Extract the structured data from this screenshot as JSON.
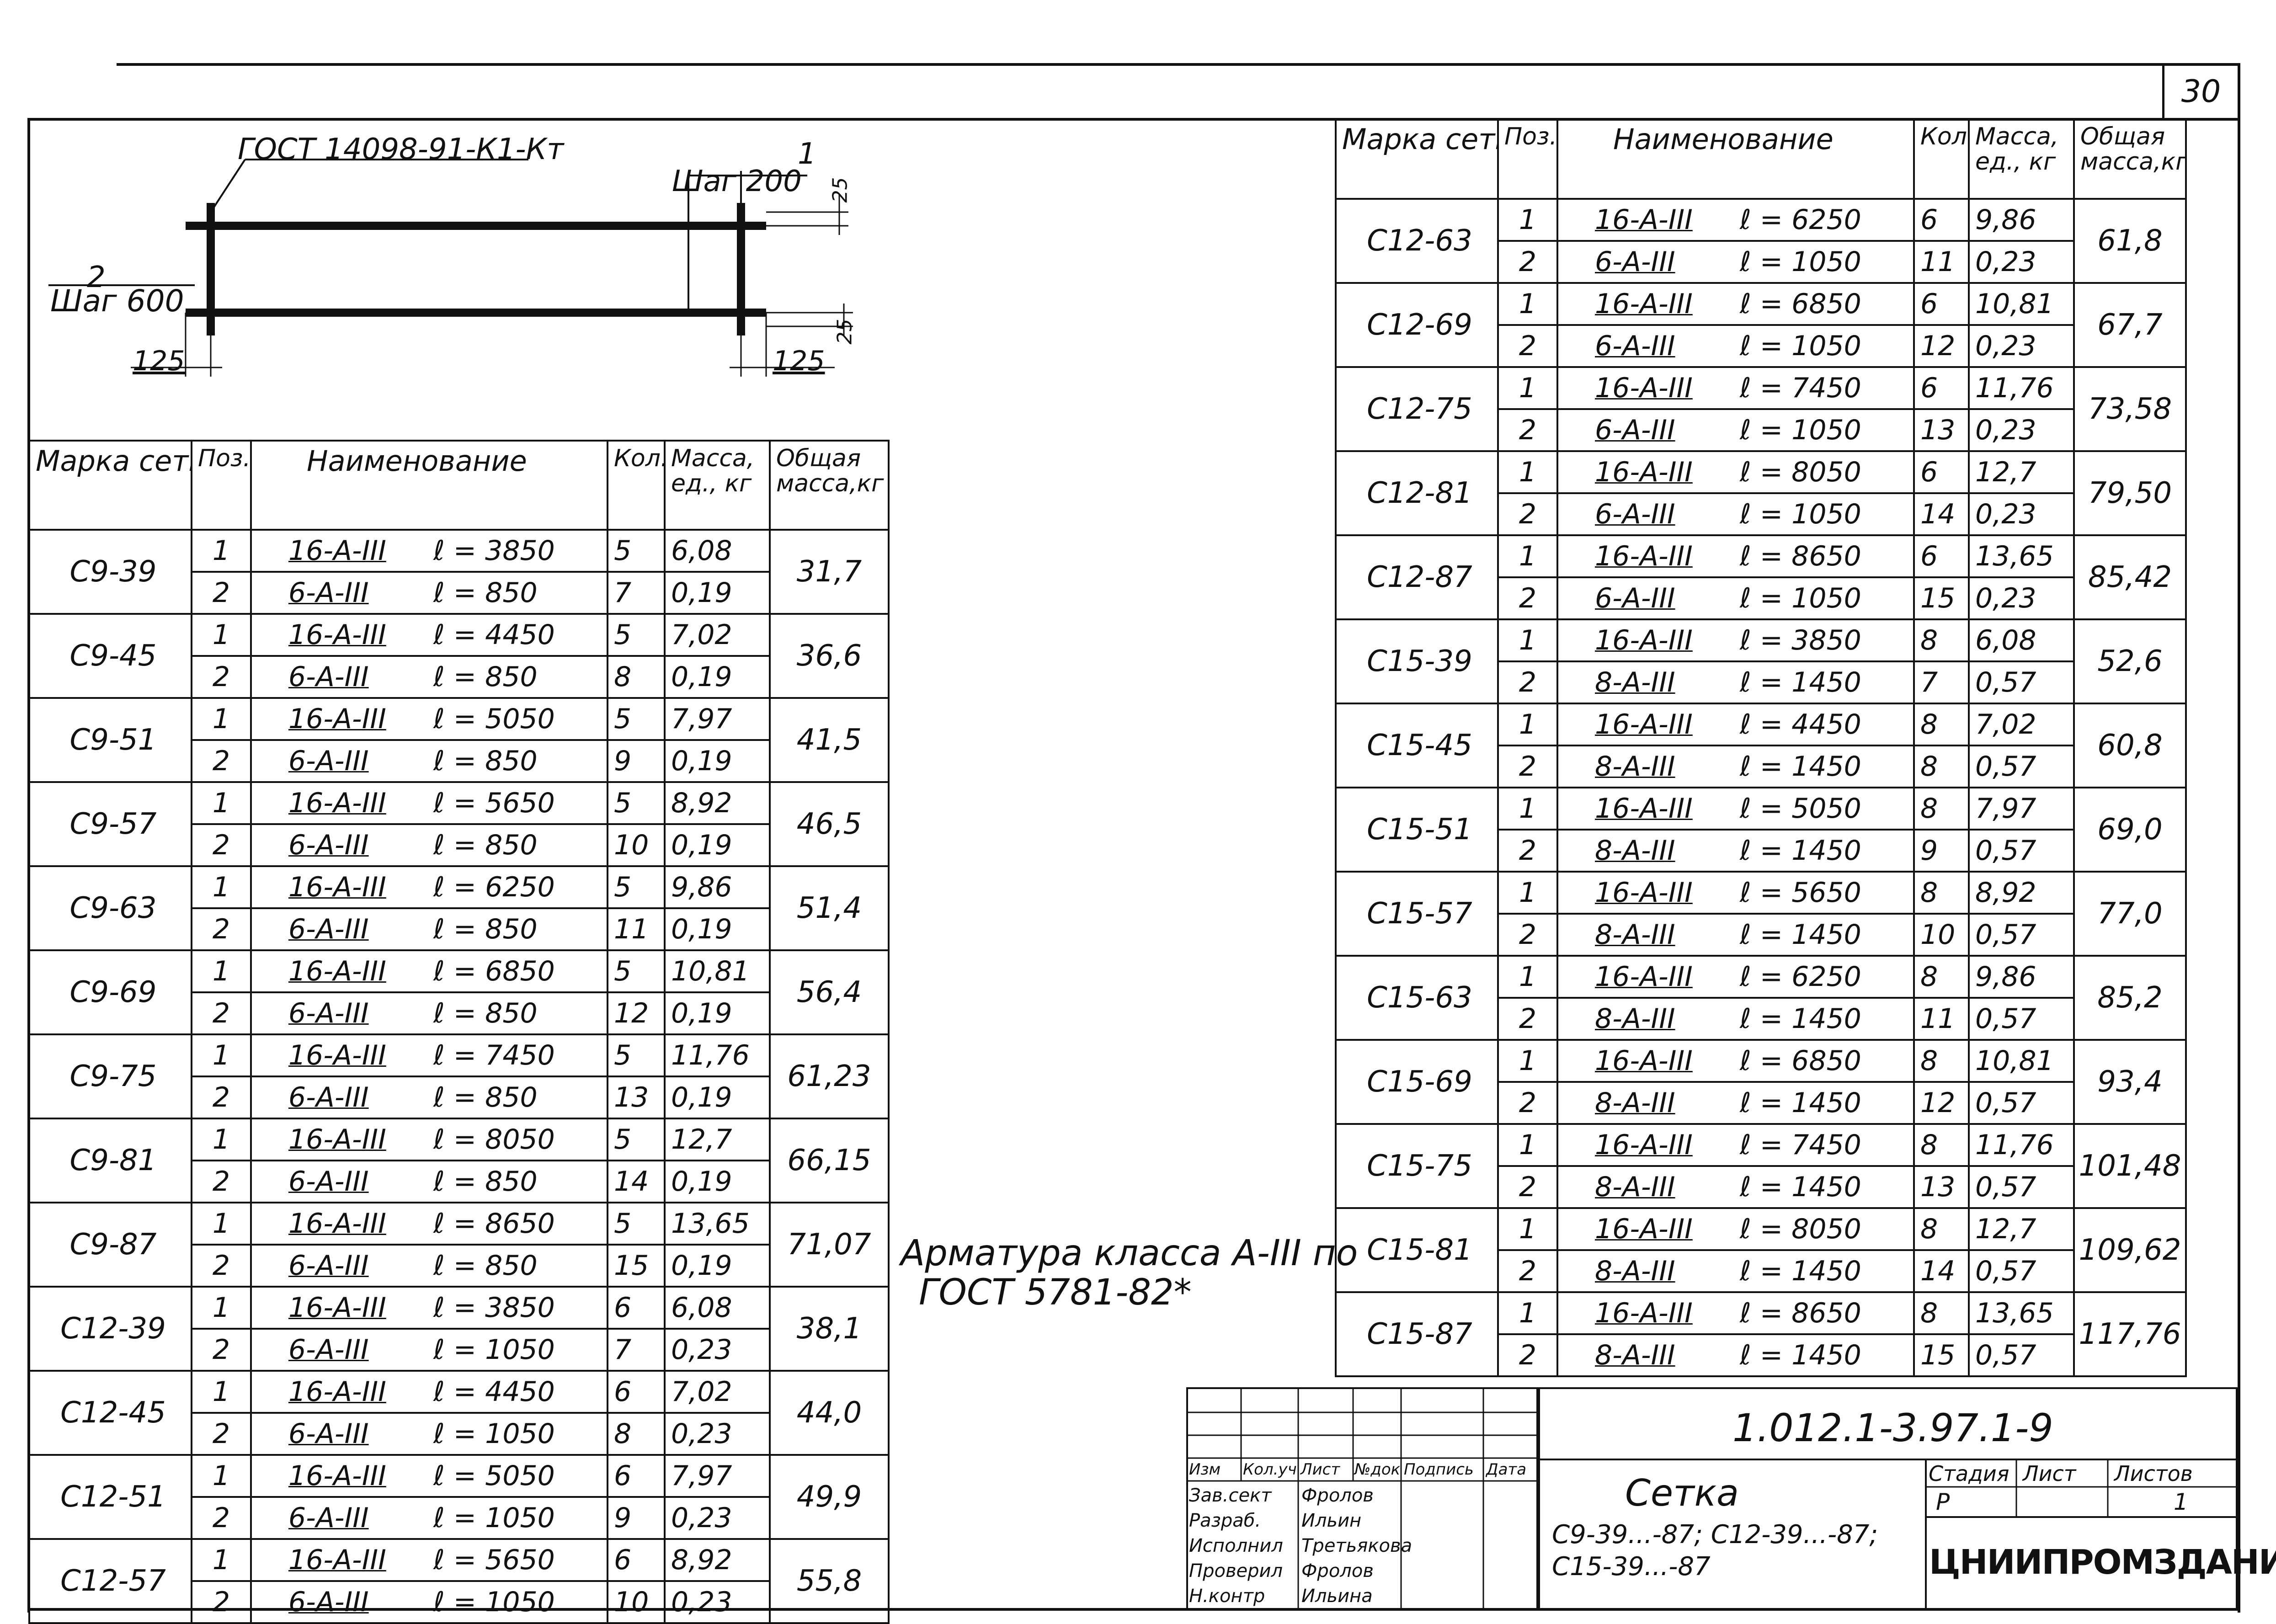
{
  "sheet_number": "30",
  "drawing": {
    "gost_weld": "ГОСТ 14098-91-К1-Кт",
    "pos1_label": "1",
    "pos2_label": "2",
    "step1": "Шаг 200",
    "step2": "Шаг 600",
    "dim_125_left": "125",
    "dim_125_right": "125",
    "dim_25_top": "25",
    "dim_25_bottom": "25"
  },
  "headers": {
    "mark": "Марка сетки",
    "pos": "Поз.",
    "name": "Наименование",
    "qty": "Кол.",
    "mass_unit": "Масса, ед., кг",
    "mass_total": "Общая масса,кг"
  },
  "left_table": [
    {
      "mark": "С9-39",
      "total": "31,7",
      "rows": [
        {
          "pos": "1",
          "bar": "16-А-III",
          "len": "ℓ = 3850",
          "qty": "5",
          "mass": "6,08"
        },
        {
          "pos": "2",
          "bar": "6-А-III",
          "len": "ℓ = 850",
          "qty": "7",
          "mass": "0,19"
        }
      ]
    },
    {
      "mark": "С9-45",
      "total": "36,6",
      "rows": [
        {
          "pos": "1",
          "bar": "16-А-III",
          "len": "ℓ = 4450",
          "qty": "5",
          "mass": "7,02"
        },
        {
          "pos": "2",
          "bar": "6-А-III",
          "len": "ℓ = 850",
          "qty": "8",
          "mass": "0,19"
        }
      ]
    },
    {
      "mark": "С9-51",
      "total": "41,5",
      "rows": [
        {
          "pos": "1",
          "bar": "16-А-III",
          "len": "ℓ = 5050",
          "qty": "5",
          "mass": "7,97"
        },
        {
          "pos": "2",
          "bar": "6-А-III",
          "len": "ℓ = 850",
          "qty": "9",
          "mass": "0,19"
        }
      ]
    },
    {
      "mark": "С9-57",
      "total": "46,5",
      "rows": [
        {
          "pos": "1",
          "bar": "16-А-III",
          "len": "ℓ = 5650",
          "qty": "5",
          "mass": "8,92"
        },
        {
          "pos": "2",
          "bar": "6-А-III",
          "len": "ℓ = 850",
          "qty": "10",
          "mass": "0,19"
        }
      ]
    },
    {
      "mark": "С9-63",
      "total": "51,4",
      "rows": [
        {
          "pos": "1",
          "bar": "16-А-III",
          "len": "ℓ = 6250",
          "qty": "5",
          "mass": "9,86"
        },
        {
          "pos": "2",
          "bar": "6-А-III",
          "len": "ℓ = 850",
          "qty": "11",
          "mass": "0,19"
        }
      ]
    },
    {
      "mark": "С9-69",
      "total": "56,4",
      "rows": [
        {
          "pos": "1",
          "bar": "16-А-III",
          "len": "ℓ = 6850",
          "qty": "5",
          "mass": "10,81"
        },
        {
          "pos": "2",
          "bar": "6-А-III",
          "len": "ℓ = 850",
          "qty": "12",
          "mass": "0,19"
        }
      ]
    },
    {
      "mark": "С9-75",
      "total": "61,23",
      "rows": [
        {
          "pos": "1",
          "bar": "16-А-III",
          "len": "ℓ = 7450",
          "qty": "5",
          "mass": "11,76"
        },
        {
          "pos": "2",
          "bar": "6-А-III",
          "len": "ℓ = 850",
          "qty": "13",
          "mass": "0,19"
        }
      ]
    },
    {
      "mark": "С9-81",
      "total": "66,15",
      "rows": [
        {
          "pos": "1",
          "bar": "16-А-III",
          "len": "ℓ = 8050",
          "qty": "5",
          "mass": "12,7"
        },
        {
          "pos": "2",
          "bar": "6-А-III",
          "len": "ℓ = 850",
          "qty": "14",
          "mass": "0,19"
        }
      ]
    },
    {
      "mark": "С9-87",
      "total": "71,07",
      "rows": [
        {
          "pos": "1",
          "bar": "16-А-III",
          "len": "ℓ = 8650",
          "qty": "5",
          "mass": "13,65"
        },
        {
          "pos": "2",
          "bar": "6-А-III",
          "len": "ℓ = 850",
          "qty": "15",
          "mass": "0,19"
        }
      ]
    },
    {
      "mark": "С12-39",
      "total": "38,1",
      "rows": [
        {
          "pos": "1",
          "bar": "16-А-III",
          "len": "ℓ = 3850",
          "qty": "6",
          "mass": "6,08"
        },
        {
          "pos": "2",
          "bar": "6-А-III",
          "len": "ℓ = 1050",
          "qty": "7",
          "mass": "0,23"
        }
      ]
    },
    {
      "mark": "С12-45",
      "total": "44,0",
      "rows": [
        {
          "pos": "1",
          "bar": "16-А-III",
          "len": "ℓ = 4450",
          "qty": "6",
          "mass": "7,02"
        },
        {
          "pos": "2",
          "bar": "6-А-III",
          "len": "ℓ = 1050",
          "qty": "8",
          "mass": "0,23"
        }
      ]
    },
    {
      "mark": "С12-51",
      "total": "49,9",
      "rows": [
        {
          "pos": "1",
          "bar": "16-А-III",
          "len": "ℓ = 5050",
          "qty": "6",
          "mass": "7,97"
        },
        {
          "pos": "2",
          "bar": "6-А-III",
          "len": "ℓ = 1050",
          "qty": "9",
          "mass": "0,23"
        }
      ]
    },
    {
      "mark": "С12-57",
      "total": "55,8",
      "rows": [
        {
          "pos": "1",
          "bar": "16-А-III",
          "len": "ℓ = 5650",
          "qty": "6",
          "mass": "8,92"
        },
        {
          "pos": "2",
          "bar": "6-А-III",
          "len": "ℓ = 1050",
          "qty": "10",
          "mass": "0,23"
        }
      ]
    }
  ],
  "right_table": [
    {
      "mark": "С12-63",
      "total": "61,8",
      "rows": [
        {
          "pos": "1",
          "bar": "16-А-III",
          "len": "ℓ = 6250",
          "qty": "6",
          "mass": "9,86"
        },
        {
          "pos": "2",
          "bar": "6-А-III",
          "len": "ℓ = 1050",
          "qty": "11",
          "mass": "0,23"
        }
      ]
    },
    {
      "mark": "С12-69",
      "total": "67,7",
      "rows": [
        {
          "pos": "1",
          "bar": "16-А-III",
          "len": "ℓ = 6850",
          "qty": "6",
          "mass": "10,81"
        },
        {
          "pos": "2",
          "bar": "6-А-III",
          "len": "ℓ = 1050",
          "qty": "12",
          "mass": "0,23"
        }
      ]
    },
    {
      "mark": "С12-75",
      "total": "73,58",
      "rows": [
        {
          "pos": "1",
          "bar": "16-А-III",
          "len": "ℓ = 7450",
          "qty": "6",
          "mass": "11,76"
        },
        {
          "pos": "2",
          "bar": "6-А-III",
          "len": "ℓ = 1050",
          "qty": "13",
          "mass": "0,23"
        }
      ]
    },
    {
      "mark": "С12-81",
      "total": "79,50",
      "rows": [
        {
          "pos": "1",
          "bar": "16-А-III",
          "len": "ℓ = 8050",
          "qty": "6",
          "mass": "12,7"
        },
        {
          "pos": "2",
          "bar": "6-А-III",
          "len": "ℓ = 1050",
          "qty": "14",
          "mass": "0,23"
        }
      ]
    },
    {
      "mark": "С12-87",
      "total": "85,42",
      "rows": [
        {
          "pos": "1",
          "bar": "16-А-III",
          "len": "ℓ = 8650",
          "qty": "6",
          "mass": "13,65"
        },
        {
          "pos": "2",
          "bar": "6-А-III",
          "len": "ℓ = 1050",
          "qty": "15",
          "mass": "0,23"
        }
      ]
    },
    {
      "mark": "С15-39",
      "total": "52,6",
      "rows": [
        {
          "pos": "1",
          "bar": "16-А-III",
          "len": "ℓ = 3850",
          "qty": "8",
          "mass": "6,08"
        },
        {
          "pos": "2",
          "bar": "8-А-III",
          "len": "ℓ = 1450",
          "qty": "7",
          "mass": "0,57"
        }
      ]
    },
    {
      "mark": "С15-45",
      "total": "60,8",
      "rows": [
        {
          "pos": "1",
          "bar": "16-А-III",
          "len": "ℓ = 4450",
          "qty": "8",
          "mass": "7,02"
        },
        {
          "pos": "2",
          "bar": "8-А-III",
          "len": "ℓ = 1450",
          "qty": "8",
          "mass": "0,57"
        }
      ]
    },
    {
      "mark": "С15-51",
      "total": "69,0",
      "rows": [
        {
          "pos": "1",
          "bar": "16-А-III",
          "len": "ℓ = 5050",
          "qty": "8",
          "mass": "7,97"
        },
        {
          "pos": "2",
          "bar": "8-А-III",
          "len": "ℓ = 1450",
          "qty": "9",
          "mass": "0,57"
        }
      ]
    },
    {
      "mark": "С15-57",
      "total": "77,0",
      "rows": [
        {
          "pos": "1",
          "bar": "16-А-III",
          "len": "ℓ = 5650",
          "qty": "8",
          "mass": "8,92"
        },
        {
          "pos": "2",
          "bar": "8-А-III",
          "len": "ℓ = 1450",
          "qty": "10",
          "mass": "0,57"
        }
      ]
    },
    {
      "mark": "С15-63",
      "total": "85,2",
      "rows": [
        {
          "pos": "1",
          "bar": "16-А-III",
          "len": "ℓ = 6250",
          "qty": "8",
          "mass": "9,86"
        },
        {
          "pos": "2",
          "bar": "8-А-III",
          "len": "ℓ = 1450",
          "qty": "11",
          "mass": "0,57"
        }
      ]
    },
    {
      "mark": "С15-69",
      "total": "93,4",
      "rows": [
        {
          "pos": "1",
          "bar": "16-А-III",
          "len": "ℓ = 6850",
          "qty": "8",
          "mass": "10,81"
        },
        {
          "pos": "2",
          "bar": "8-А-III",
          "len": "ℓ = 1450",
          "qty": "12",
          "mass": "0,57"
        }
      ]
    },
    {
      "mark": "С15-75",
      "total": "101,48",
      "rows": [
        {
          "pos": "1",
          "bar": "16-А-III",
          "len": "ℓ = 7450",
          "qty": "8",
          "mass": "11,76"
        },
        {
          "pos": "2",
          "bar": "8-А-III",
          "len": "ℓ = 1450",
          "qty": "13",
          "mass": "0,57"
        }
      ]
    },
    {
      "mark": "С15-81",
      "total": "109,62",
      "rows": [
        {
          "pos": "1",
          "bar": "16-А-III",
          "len": "ℓ = 8050",
          "qty": "8",
          "mass": "12,7"
        },
        {
          "pos": "2",
          "bar": "8-А-III",
          "len": "ℓ = 1450",
          "qty": "14",
          "mass": "0,57"
        }
      ]
    },
    {
      "mark": "С15-87",
      "total": "117,76",
      "rows": [
        {
          "pos": "1",
          "bar": "16-А-III",
          "len": "ℓ = 8650",
          "qty": "8",
          "mass": "13,65"
        },
        {
          "pos": "2",
          "bar": "8-А-III",
          "len": "ℓ = 1450",
          "qty": "15",
          "mass": "0,57"
        }
      ]
    }
  ],
  "note": {
    "line1": "Арматура класса А-III по",
    "line2": "ГОСТ 5781-82*"
  },
  "title_block": {
    "doc_code": "1.012.1-3.97.1-9",
    "title": "Сетка",
    "subtitle1": "С9-39...-87; С12-39...-87;",
    "subtitle2": "С15-39...-87",
    "stage_label": "Стадия",
    "sheet_label": "Лист",
    "sheets_label": "Листов",
    "stage_value": "Р",
    "sheets_value": "1",
    "org": "ЦНИИПРОМЗДАНИЙ",
    "col_headers": [
      "Изм",
      "Кол.уч",
      "Лист",
      "№док",
      "Подпись",
      "Дата"
    ],
    "roles": [
      "Зав.сект",
      "Разраб.",
      "Исполнил",
      "Проверил",
      "Н.контр"
    ],
    "names": [
      "Фролов",
      "Ильин",
      "Третьякова",
      "Фролов",
      "Ильина"
    ]
  }
}
